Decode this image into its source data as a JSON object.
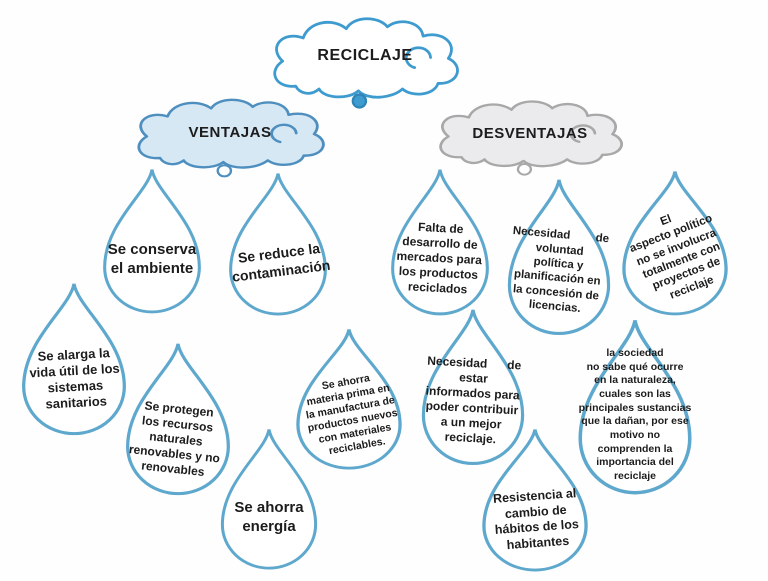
{
  "title": {
    "label": "RECICLAJE"
  },
  "branches": {
    "ventajas": {
      "label": "VENTAJAS"
    },
    "desventajas": {
      "label": "DESVENTAJAS"
    }
  },
  "colors": {
    "drop_stroke": "#5fa8cd",
    "root_cloud_stroke": "#3e9bcf",
    "ventajas_fill": "#d7e8f5",
    "ventajas_stroke": "#4e8fbf",
    "desventajas_fill": "#ebebed",
    "desventajas_stroke": "#a8a8a8",
    "text": "#1c1c1c"
  },
  "drops": [
    {
      "side": "ventajas",
      "text": "Se conserva\nel ambiente"
    },
    {
      "side": "ventajas",
      "text": "Se reduce la\ncontaminación"
    },
    {
      "side": "ventajas",
      "text": "Se alarga la\nvida útil de los\nsistemas\nsanitarios"
    },
    {
      "side": "ventajas",
      "text": "Se protegen\nlos recursos\nnaturales\nrenovables y no\nrenovables"
    },
    {
      "side": "ventajas",
      "text": "Se ahorra\nmateria prima en\nla manufactura de\nproductos nuevos\ncon materiales\nreciclables."
    },
    {
      "side": "ventajas",
      "text": "Se ahorra\nenergía"
    },
    {
      "side": "desventajas",
      "text": "Falta de\ndesarrollo de\nmercados para\nlos productos\nreciclados"
    },
    {
      "side": "desventajas",
      "text": "Necesidad        de\nvoluntad\npolítica y\nplanificación en\nla concesión de\nlicencias."
    },
    {
      "side": "desventajas",
      "text": "El\naspecto político\nno se involucra\ntotalmente con\nproyectos de\nreciclaje"
    },
    {
      "side": "desventajas",
      "text": "Necesidad      de\nestar\ninformados para\npoder contribuir\na un mejor\nreciclaje."
    },
    {
      "side": "desventajas",
      "text": "la sociedad\nno sabe qué ocurre\nen la naturaleza,\ncuales son las\nprincipales sustancias\nque la dañan, por ese\nmotivo no\ncomprenden la\nimportancia del\nreciclaje"
    },
    {
      "side": "desventajas",
      "text": "Resistencia al\ncambio de\nhábitos de los\nhabitantes"
    }
  ]
}
